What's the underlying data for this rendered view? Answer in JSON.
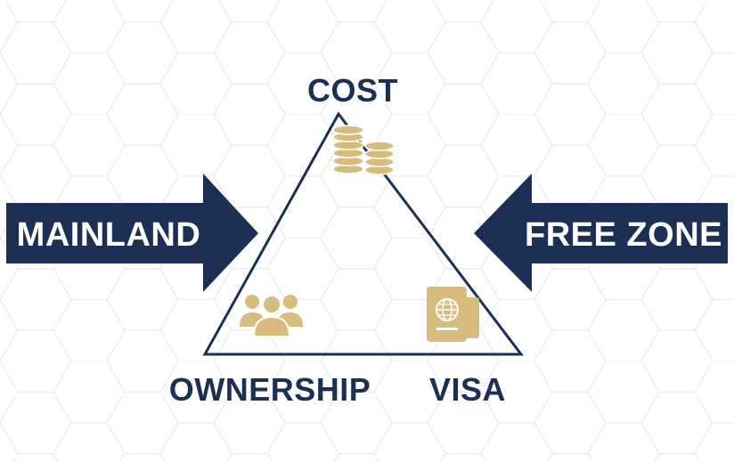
{
  "colors": {
    "navy": "#1b3054",
    "gold": "#d8bc7e",
    "hex_grid": "#ececec",
    "background": "#ffffff"
  },
  "labels": {
    "top": "COST",
    "bottom_left": "OWNERSHIP",
    "bottom_right": "VISA"
  },
  "arrows": {
    "left": "MAINLAND",
    "right": "FREE ZONE"
  },
  "icons": {
    "top": "coin-stacks-icon",
    "bottom_left": "people-group-icon",
    "bottom_right": "passport-icon"
  }
}
